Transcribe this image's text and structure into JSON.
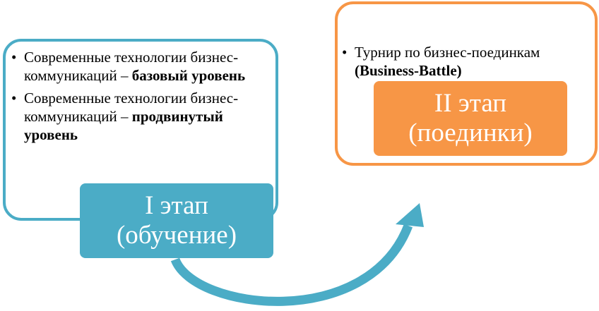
{
  "stage1": {
    "bullets": [
      {
        "text": "Современные технологии бизнес-коммуникаций –",
        "bold": "базовый уровень"
      },
      {
        "text": "Современные технологии бизнес-коммуникаций –",
        "bold": "продвинутый уровень"
      }
    ],
    "title_line1": "I этап",
    "title_line2": "(обучение)"
  },
  "stage2": {
    "bullets": [
      {
        "text": "Турнир по бизнес-поединкам",
        "bold": "(Business-Battle)"
      }
    ],
    "title_line1": "II этап",
    "title_line2": "(поединки)"
  },
  "colors": {
    "stage1": "#4bacc6",
    "stage2": "#f79646",
    "arrow": "#4bacc6"
  },
  "icons": {
    "connector": "curved-arrow-icon"
  }
}
